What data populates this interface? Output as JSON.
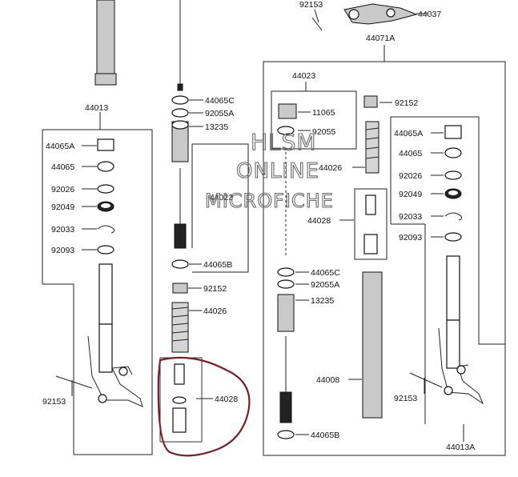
{
  "diagram": {
    "parts_left": {
      "top_label": "44013",
      "seal_a": "44065A",
      "seal": "44065",
      "ring_92026": "92026",
      "ring_92049": "92049",
      "clip": "92033",
      "washer": "92093",
      "bolt": "92153"
    },
    "parts_center": {
      "c65c": "44065C",
      "c55a": "92055A",
      "c235": "13235",
      "rod": "44023",
      "c65b": "44065B",
      "nut": "92152",
      "spring": "44026",
      "highlight": "44028"
    },
    "parts_top": {
      "bolt": "92153",
      "clamp": "44037",
      "assembly": "44071A"
    },
    "parts_right_inner": {
      "head": "44023",
      "valve": "11065",
      "oring": "92055",
      "spring": "44026",
      "cartridge": "44028",
      "c65c": "44065C",
      "c55a": "92055A",
      "c235": "13235",
      "tube": "44008",
      "c65b": "44065B"
    },
    "parts_right": {
      "cap": "92152",
      "seal_a": "44065A",
      "seal": "44065",
      "ring_92026": "92026",
      "ring_92049": "92049",
      "clip": "92033",
      "washer": "92093",
      "bolt": "92153",
      "bottom": "44013A"
    },
    "watermark": [
      "HLSM",
      "ONLINE",
      "MICROFICHE"
    ]
  }
}
